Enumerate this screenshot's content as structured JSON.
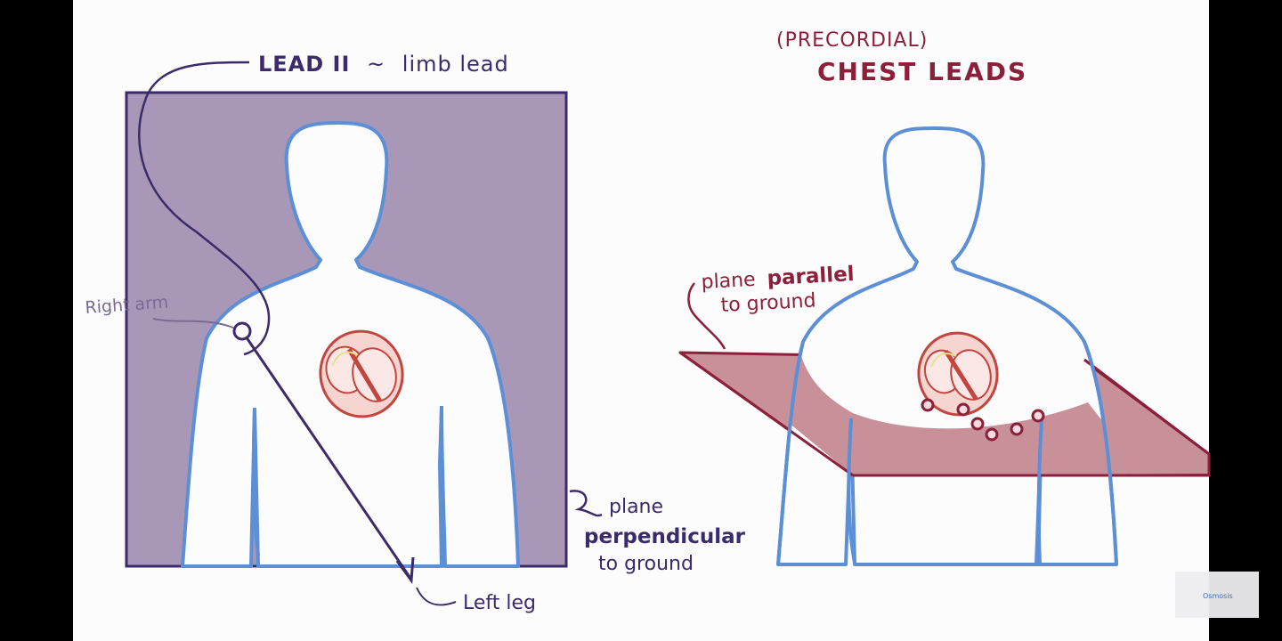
{
  "left_panel": {
    "title_bold": "LEAD II",
    "title_sep": "~",
    "title_rest": "limb lead",
    "right_arm_label": "Right arm",
    "left_leg_label": "Left leg",
    "plane_line1": "plane",
    "plane_line2": "perpendicular",
    "plane_line3": "to ground"
  },
  "right_panel": {
    "subtitle": "(PRECORDIAL)",
    "title": "CHEST LEADS",
    "plane_line1_a": "plane",
    "plane_line1_b": "parallel",
    "plane_line2": "to ground"
  },
  "watermark": {
    "logo_text": "Osmosis"
  },
  "colors": {
    "background": "#fcfcfd",
    "letterbox": "#000000",
    "frontal_plane": "#a997b8",
    "frontal_border": "#3b2b6a",
    "horizontal_plane": "#c89098",
    "horizontal_border": "#8c1f3a",
    "body_outline": "#5c8fd6",
    "ink_purple": "#3b2b6a",
    "ink_red": "#8c1f3a",
    "heart_red": "#c2453e",
    "lead_lines": "#3b2b6a"
  }
}
